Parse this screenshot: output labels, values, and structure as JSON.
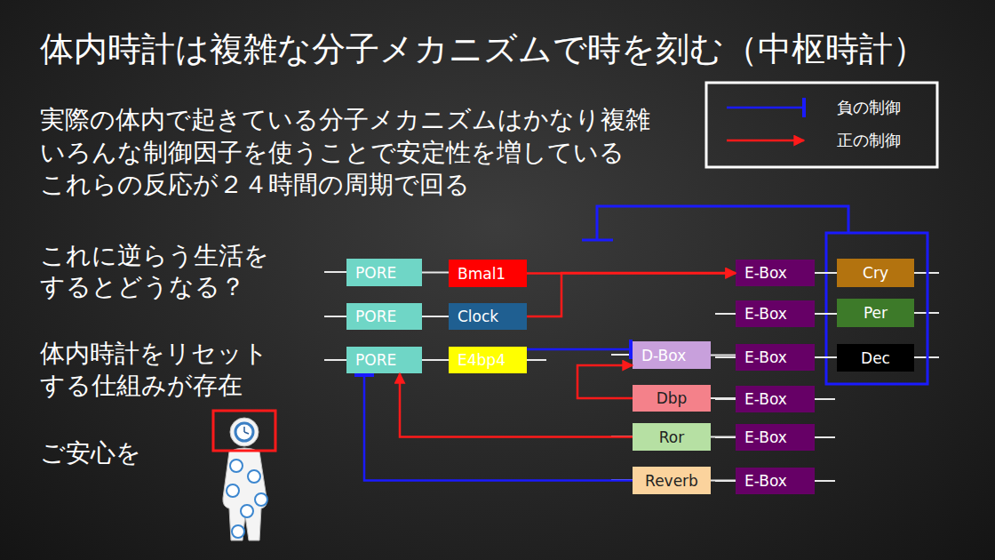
{
  "diagram": {
    "title": "体内時計は複雑な分子メカニズムで時を刻む（中枢時計）",
    "nodes": [
      {
        "text": [
          "PORE"
        ]
      },
      {
        "text": [
          "Bmal1"
        ]
      },
      {
        "text": [
          "E-Box"
        ]
      },
      {
        "text": [
          "Cry"
        ]
      },
      {
        "text": [
          "PORE"
        ]
      },
      {
        "text": [
          "Clock"
        ]
      },
      {
        "text": [
          "E-Box"
        ]
      },
      {
        "text": [
          "Per"
        ]
      },
      {
        "text": [
          "PORE"
        ]
      },
      {
        "text": [
          "E4bp4"
        ]
      },
      {
        "text": [
          "D-Box"
        ]
      },
      {
        "text": [
          "E-Box"
        ]
      },
      {
        "text": [
          "Dec"
        ]
      },
      {
        "text": [
          "Dbp"
        ]
      },
      {
        "text": [
          "E-Box"
        ]
      },
      {
        "text": [
          "Ror"
        ]
      },
      {
        "text": [
          "E-Box"
        ]
      },
      {
        "text": [
          "Reverb"
        ]
      },
      {
        "text": [
          "E-Box"
        ]
      }
    ],
    "edges": [
      {
        "from": 0,
        "to": 1,
        "arrow": "none"
      },
      {
        "from": 1,
        "to": 2,
        "arrow": "to"
      },
      {
        "from": 5,
        "to": 2,
        "arrow": "to"
      },
      {
        "from": 2,
        "to": 3,
        "arrow": "none"
      },
      {
        "from": 4,
        "to": 5,
        "arrow": "none"
      },
      {
        "from": 6,
        "to": 7,
        "arrow": "none"
      },
      {
        "from": 8,
        "to": 9,
        "arrow": "none"
      },
      {
        "from": 9,
        "to": 10,
        "arrow": "to"
      },
      {
        "from": 13,
        "to": 10,
        "arrow": "to"
      },
      {
        "from": 10,
        "to": 11,
        "arrow": "none"
      },
      {
        "from": 11,
        "to": 12,
        "arrow": "none"
      },
      {
        "from": 13,
        "to": 14,
        "arrow": "none"
      },
      {
        "from": 15,
        "to": 16,
        "arrow": "none"
      },
      {
        "from": 17,
        "to": 18,
        "arrow": "none"
      },
      {
        "from": 15,
        "to": 8,
        "arrow": "to"
      },
      {
        "from": 17,
        "to": 8,
        "arrow": "to"
      }
    ],
    "labels": [
      "実際の体内で起きている分子メカニズムはかなり複雑",
      "いろんな制御因子を使うことで安定性を増している",
      "これらの反応が２４時間の周期で回る",
      "これに逆らう生活を するとどうなる？",
      "体内時計をリセット する仕組みが存在",
      "ご安心を"
    ],
    "legend": [
      {
        "text": "負の制御"
      },
      {
        "text": "正の制御"
      }
    ]
  }
}
